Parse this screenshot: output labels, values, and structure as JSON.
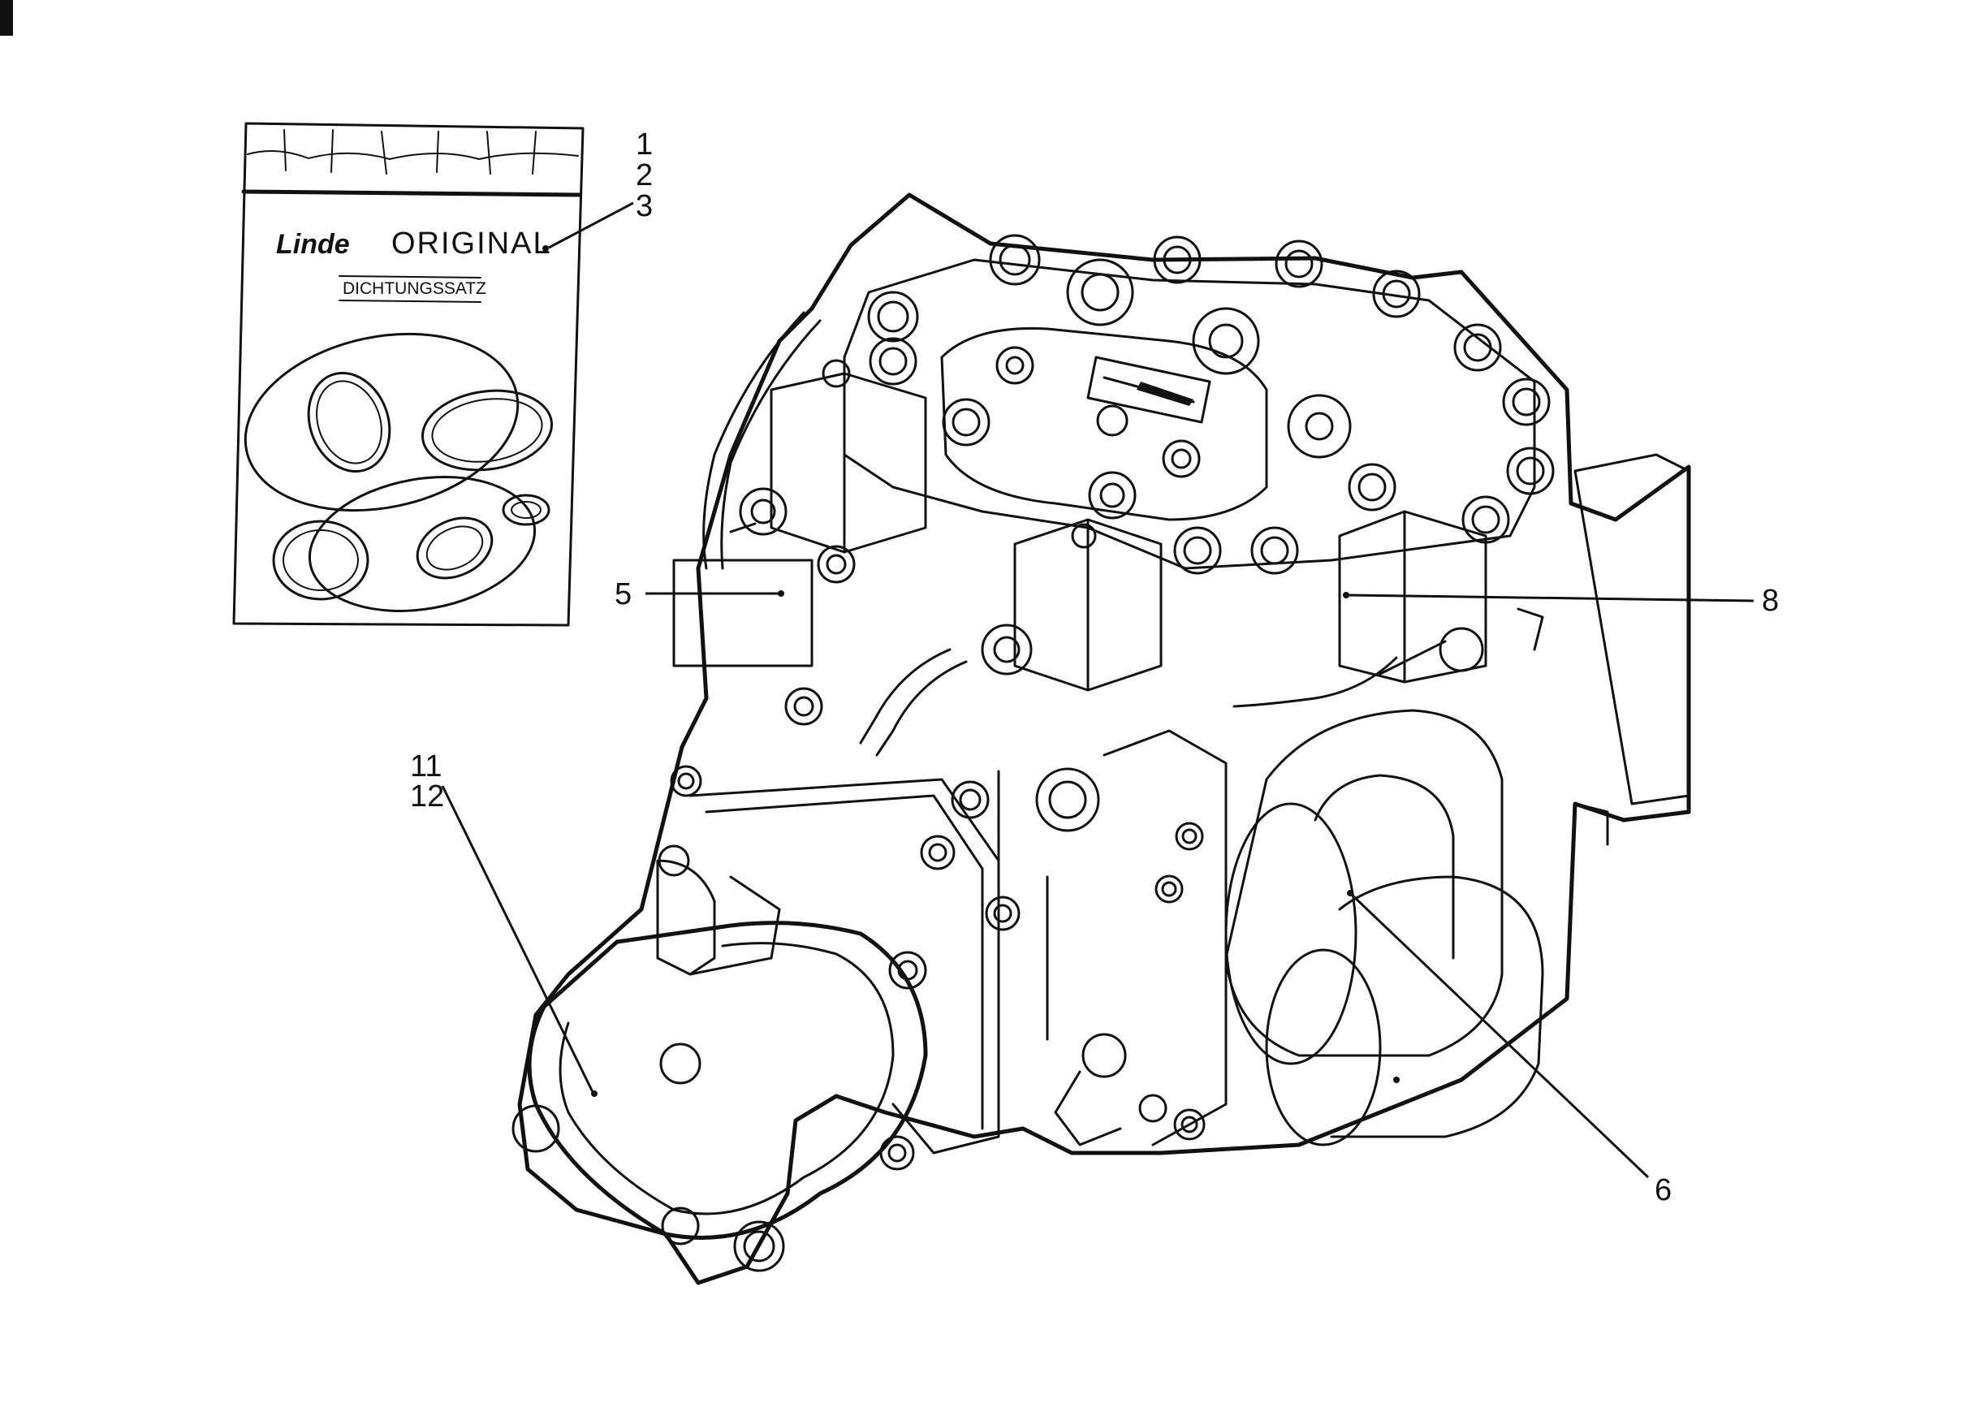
{
  "seal_kit": {
    "brand": "Linde",
    "title": "ORIGINAL",
    "subtitle": "DICHTUNGSSATZ"
  },
  "callouts": {
    "c1": "1",
    "c2": "2",
    "c3": "3",
    "c5": "5",
    "c6": "6",
    "c8": "8",
    "c11": "11",
    "c12": "12"
  }
}
